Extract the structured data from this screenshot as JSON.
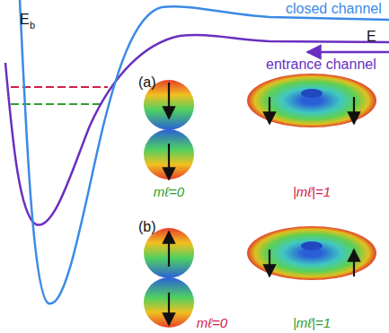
{
  "diagram": {
    "labels": [
      "E",
      "b",
      "closed channel",
      "E",
      "entrance channel",
      "(a)",
      "mℓ=0",
      "|mℓ|=1",
      "(b)",
      "mℓ=0",
      "|mℓ|=1"
    ]
  }
}
